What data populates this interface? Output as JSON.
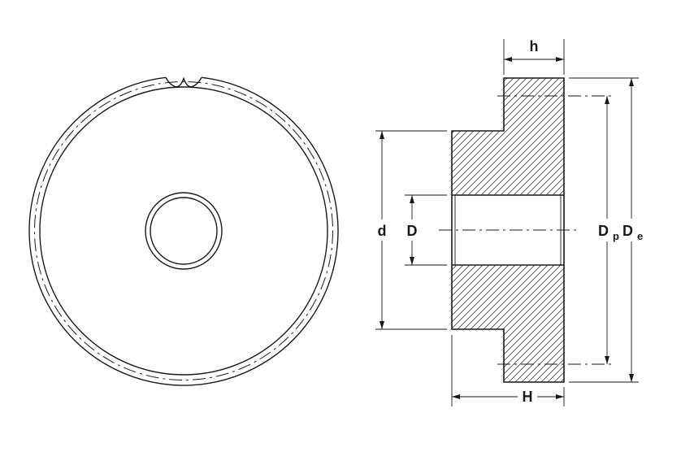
{
  "drawing": {
    "dimension_labels": {
      "rim_width": "h",
      "hub_length": "H",
      "hub_diameter": "d",
      "bore_diameter": "D",
      "pitch_diameter_base": "D",
      "pitch_diameter_subscript": "p",
      "outside_diameter_base": "D",
      "outside_diameter_subscript": "e"
    },
    "colors": {
      "line": "#1a1a1a",
      "background": "#ffffff"
    }
  }
}
